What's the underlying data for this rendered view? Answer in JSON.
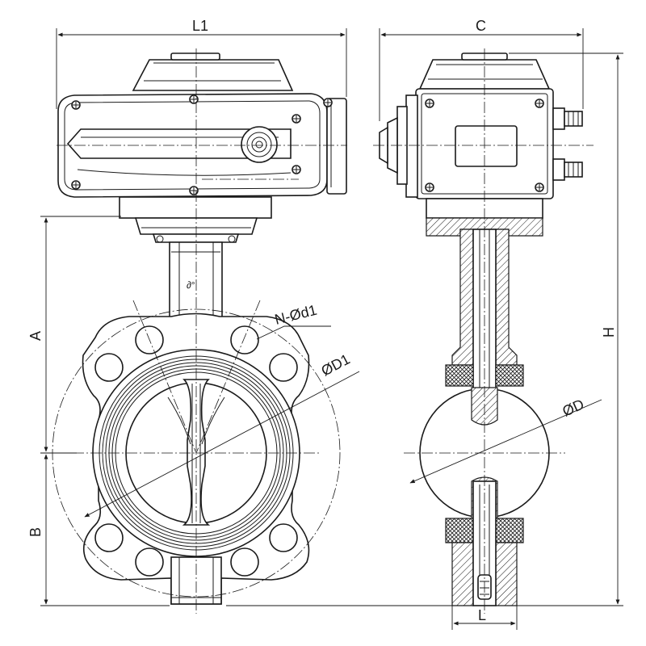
{
  "labels": {
    "L1": "L1",
    "C": "C",
    "A": "A",
    "B": "B",
    "H": "H",
    "L": "L",
    "N_d1": "N-Ød1",
    "D1": "ØD1",
    "D": "ØD"
  },
  "icons": {
    "arrow": "arrow-head"
  }
}
